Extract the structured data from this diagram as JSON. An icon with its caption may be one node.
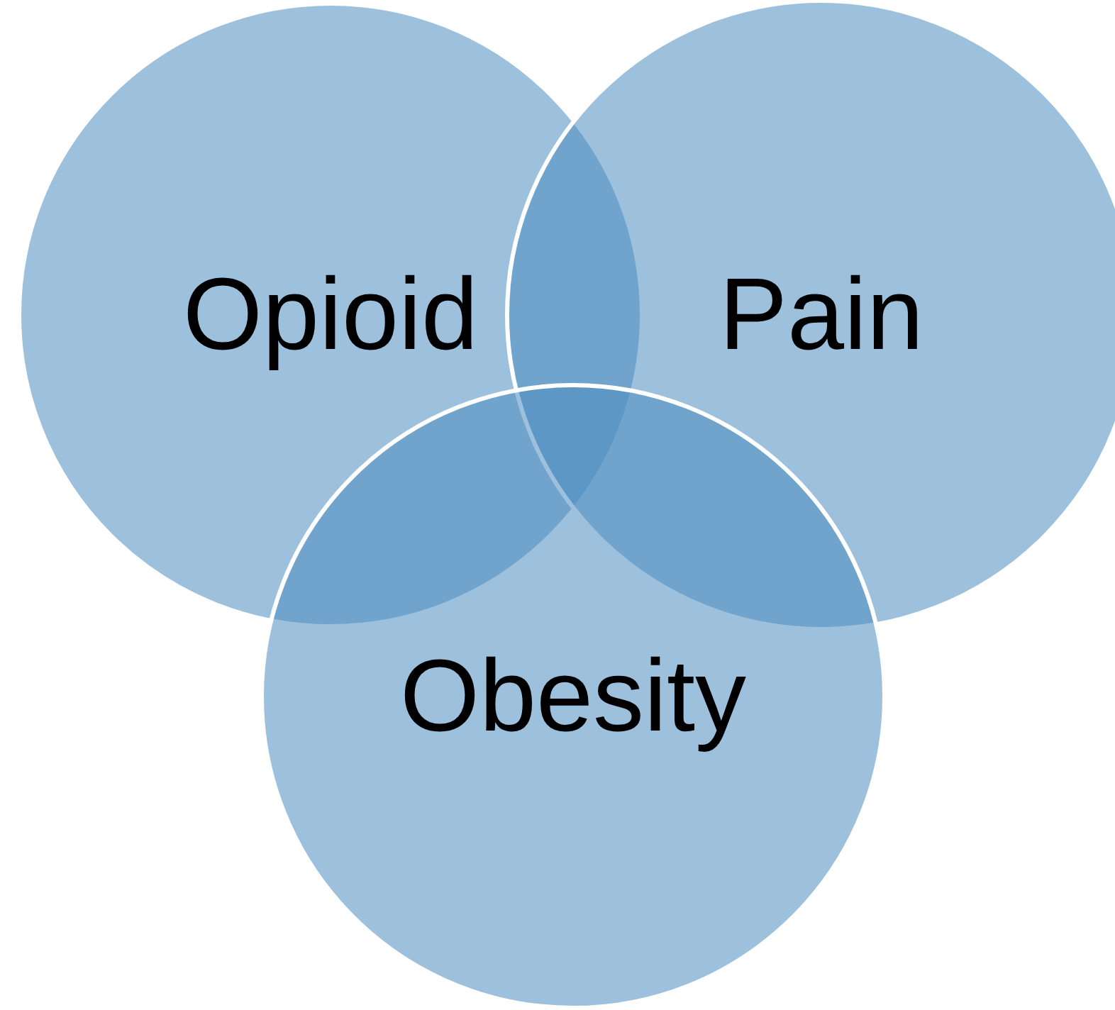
{
  "diagram": {
    "nodes": [
      {
        "text": [
          "Opioid"
        ]
      },
      {
        "text": [
          "Pain"
        ]
      },
      {
        "text": [
          "Obesity"
        ]
      }
    ]
  }
}
